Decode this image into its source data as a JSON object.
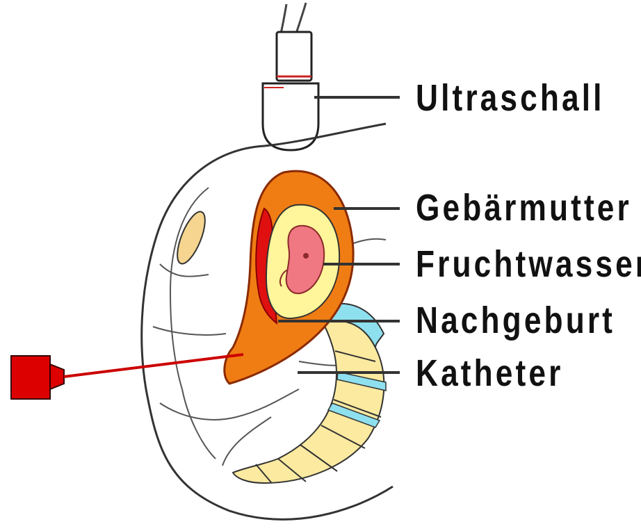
{
  "labels": {
    "ultraschall": "Ultraschall",
    "gebaermutter": "Gebärmutter",
    "fruchtwasser": "Fruchtwasser",
    "nachgeburt": "Nachgeburt",
    "katheter": "Katheter"
  },
  "colors": {
    "uterus": "#f07d14",
    "amniotic_fluid": "#fff59a",
    "placenta": "#e01010",
    "embryo": "#f07882",
    "catheter": "#dd0000",
    "spine_vertebra": "#fbeaa0",
    "spine_disc": "#8fe0ee",
    "kidney": "#f5d590",
    "outline": "#222222",
    "leader_line": "#333333"
  }
}
